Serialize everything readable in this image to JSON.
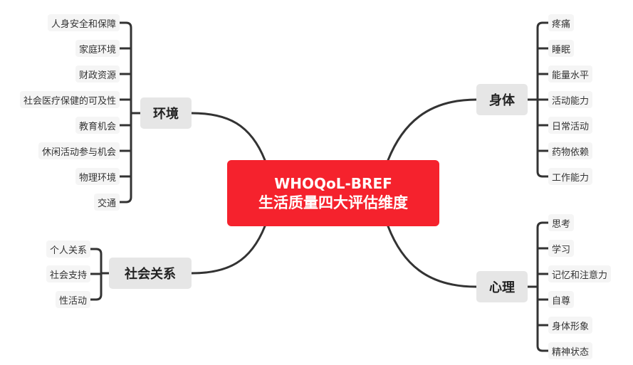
{
  "center": {
    "line1": "WHOQoL-BREF",
    "line2": "生活质量四大评估维度"
  },
  "branches": {
    "environment": {
      "label": "环境",
      "items": [
        "人身安全和保障",
        "家庭环境",
        "财政资源",
        "社会医疗保健的可及性",
        "教育机会",
        "休闲活动参与机会",
        "物理环境",
        "交通"
      ]
    },
    "social": {
      "label": "社会关系",
      "items": [
        "个人关系",
        "社会支持",
        "性活动"
      ]
    },
    "physical": {
      "label": "身体",
      "items": [
        "疼痛",
        "睡眠",
        "能量水平",
        "活动能力",
        "日常活动",
        "药物依赖",
        "工作能力"
      ]
    },
    "psychological": {
      "label": "心理",
      "items": [
        "思考",
        "学习",
        "记忆和注意力",
        "自尊",
        "身体形象",
        "精神状态"
      ]
    }
  },
  "colors": {
    "center_fill": "#f5222d",
    "branch_fill": "#e6e6e6",
    "leaf_fill": "#f5f5f5",
    "connector": "#333333"
  }
}
